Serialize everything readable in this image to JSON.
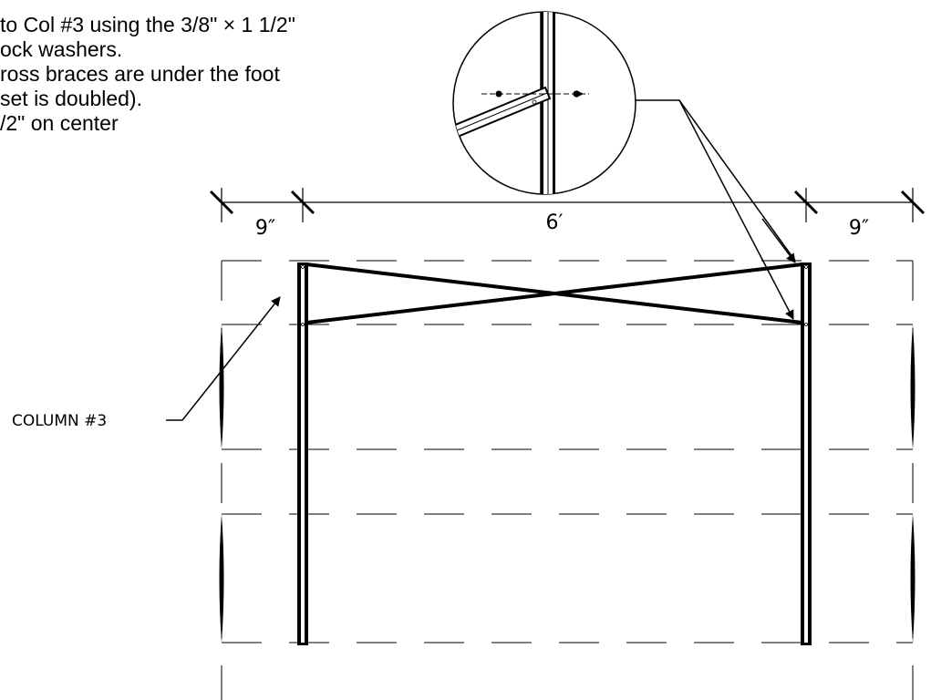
{
  "notes": [
    "to Col #3 using the 3/8\" × 1 1/2\"",
    "ock washers.",
    "ross braces are under the foot",
    "set is doubled).",
    "/2\" on center"
  ],
  "dimensions": {
    "left_span": "9″",
    "center_span": "6′",
    "right_span": "9″"
  },
  "labels": {
    "column": "COLUMN #3"
  },
  "colors": {
    "ink": "#000000",
    "background": "#ffffff"
  }
}
